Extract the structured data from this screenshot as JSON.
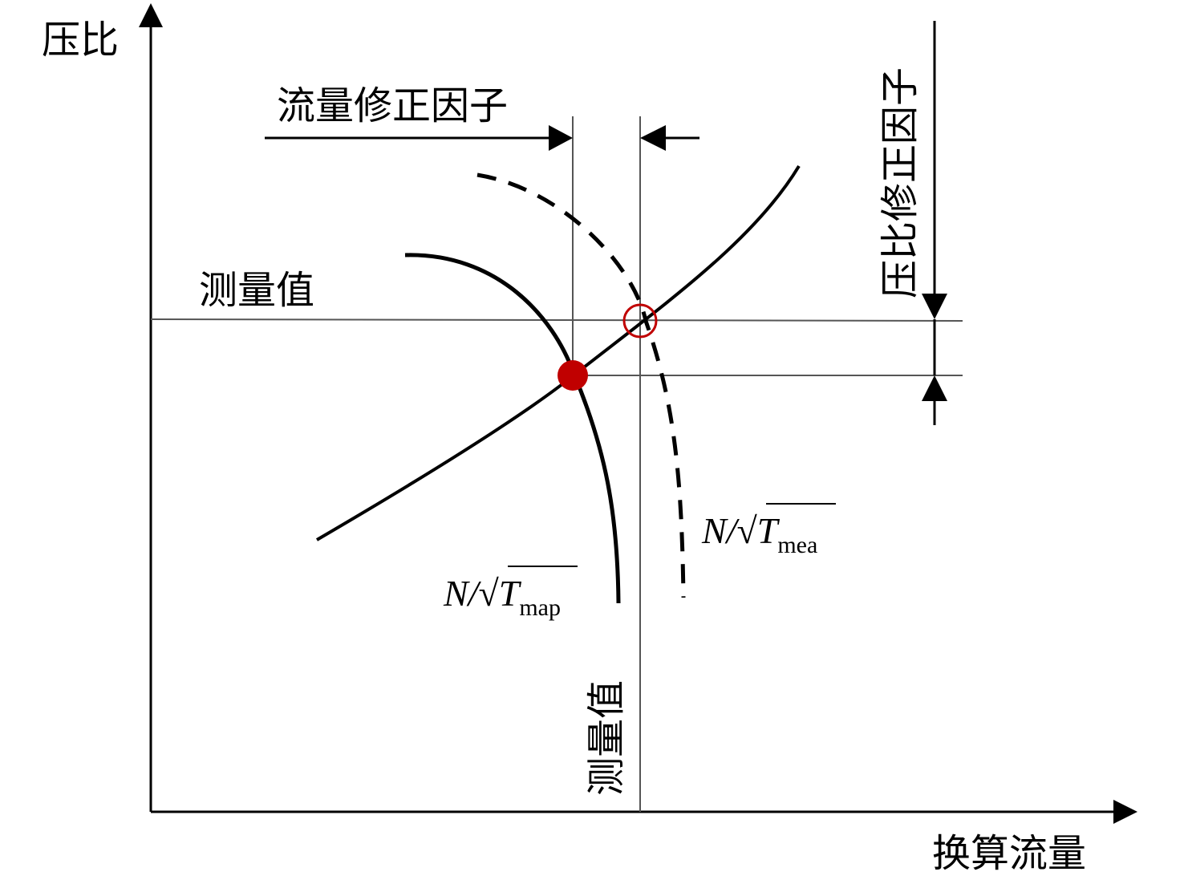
{
  "axes": {
    "y_label": "压比",
    "x_label": "换算流量"
  },
  "annotations": {
    "flow_correction": "流量修正因子",
    "pressure_correction": "压比修正因子",
    "measured_horizontal": "测量值",
    "measured_vertical": "测量值"
  },
  "curves": {
    "map_speed": {
      "prefix": "N/√",
      "main": "T",
      "subscript": "map"
    },
    "measured_speed": {
      "prefix": "N/√",
      "main": "T",
      "subscript": "mea"
    }
  },
  "colors": {
    "line": "#000000",
    "guide": "#555555",
    "marker": "#c00000"
  }
}
